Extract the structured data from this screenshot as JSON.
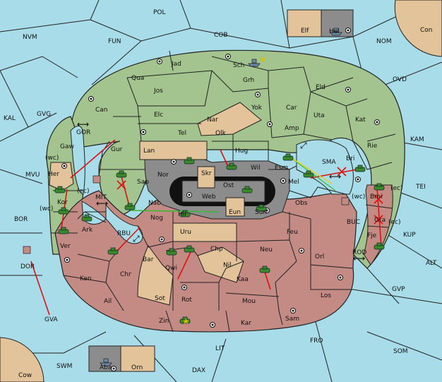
{
  "colors": {
    "sea": "#a8dce8",
    "green": "#a3c48e",
    "red": "#c48a84",
    "tan": "#e2c39a",
    "grey": "#8c8c8c",
    "neutral_land": "#f0f0f0",
    "unit": "#3a8a2a",
    "move": "#dd1111",
    "support": "#33bb33",
    "convoy": "#e6d21a"
  },
  "sea_labels": {
    "pol": "POL",
    "fun": "FUN",
    "nvm": "NVM",
    "cob": "COB",
    "nom": "NOM",
    "ovd": "OVD",
    "kam": "KAM",
    "tei": "TEI",
    "kup": "KUP",
    "alt": "ALT",
    "gvp": "GVP",
    "fro": "FRO",
    "som": "SOM",
    "lit": "LIT",
    "dax": "DAX",
    "swm": "SWM",
    "gva": "GVA",
    "bor": "BOR",
    "mvu": "MVU",
    "kal": "KAL",
    "gvg": "GVG",
    "gor": "GOR",
    "mit": "MIT",
    "rbu": "RBU",
    "sma": "SMA",
    "buc": "BUC",
    "rod": "ROD",
    "dor": "DOR"
  },
  "corner_labels": {
    "con": "Con",
    "cow": "Cow"
  },
  "box_labels": {
    "elf": "Elf",
    "hel": "Hel",
    "aba": "Aba",
    "orn": "Orn"
  },
  "land_labels": {
    "jad": "Jad",
    "sch": "Sch",
    "qua": "Qua",
    "jos": "Jos",
    "grh": "Grh",
    "can": "Can",
    "elc": "Elc",
    "nar": "Nar",
    "yok": "Yok",
    "car": "Car",
    "eld": "Eld",
    "uta": "Uta",
    "kat": "Kat",
    "amp": "Amp",
    "tel": "Tel",
    "olk": "Olk",
    "gur": "Gur",
    "lan": "Lan",
    "hug": "Hug",
    "rie": "Rie",
    "gaw": "Gaw",
    "her": "Her",
    "wc1": "(wc)",
    "nor": "Nor",
    "skr": "Skr",
    "wil": "Wil",
    "esm": "Esm",
    "bri": "Bri",
    "sap": "Sap",
    "ost": "Ost",
    "web": "Web",
    "mel": "Mel",
    "kor": "Kor",
    "ec1": "(ec)",
    "wc2": "(wc)",
    "nab": "Nab",
    "obs": "Obs",
    "eun": "Eun",
    "sun": "Sun",
    "wc3": "(wc)",
    "ec2": "(ec)",
    "bmi": "Bmi",
    "hil": "Hil",
    "ark": "Ark",
    "nog": "Nog",
    "uru": "Uru",
    "feu": "Feu",
    "gra": "Gra",
    "ec3": "(ec)",
    "ver": "Ver",
    "fje": "Fje",
    "chp": "Chp",
    "neu": "Neu",
    "orl": "Orl",
    "bar": "Bar",
    "ken": "Ken",
    "chr": "Chr",
    "qwi": "Qwi",
    "nil": "Nil",
    "kaa": "Kaa",
    "ail": "Ail",
    "sot": "Sot",
    "rot": "Rot",
    "mou": "Mou",
    "los": "Los",
    "sam": "Sam",
    "zin": "Zin",
    "kar": "Kar"
  }
}
